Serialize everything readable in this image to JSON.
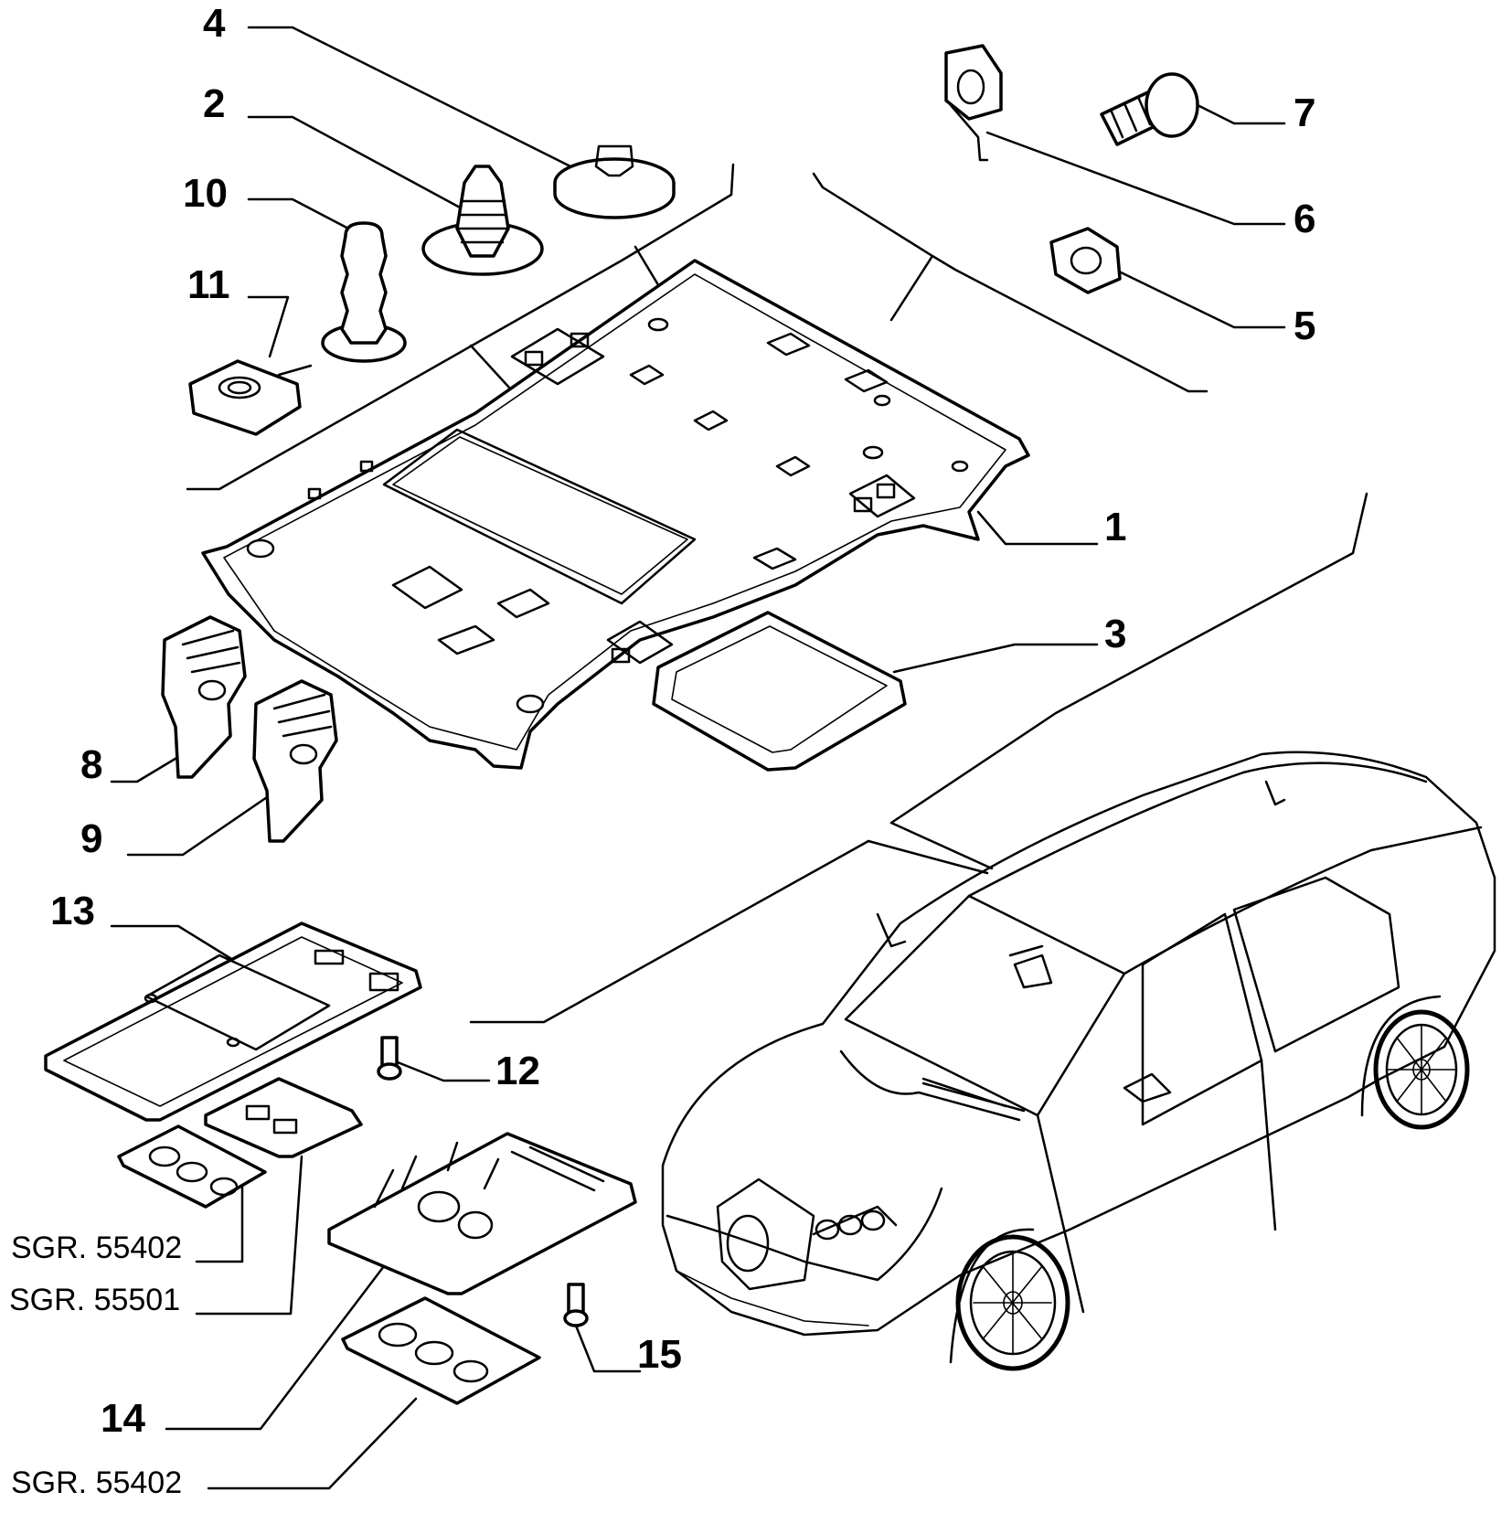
{
  "diagram": {
    "callouts": [
      {
        "id": "4",
        "label": "4"
      },
      {
        "id": "2",
        "label": "2"
      },
      {
        "id": "10",
        "label": "10"
      },
      {
        "id": "11",
        "label": "11"
      },
      {
        "id": "7",
        "label": "7"
      },
      {
        "id": "6",
        "label": "6"
      },
      {
        "id": "5",
        "label": "5"
      },
      {
        "id": "1",
        "label": "1"
      },
      {
        "id": "3",
        "label": "3"
      },
      {
        "id": "8",
        "label": "8"
      },
      {
        "id": "9",
        "label": "9"
      },
      {
        "id": "13",
        "label": "13"
      },
      {
        "id": "12",
        "label": "12"
      },
      {
        "id": "15",
        "label": "15"
      },
      {
        "id": "14",
        "label": "14"
      }
    ],
    "references": [
      {
        "id": "sgr-55402-a",
        "label": "SGR. 55402"
      },
      {
        "id": "sgr-55501",
        "label": "SGR. 55501"
      },
      {
        "id": "sgr-55402-b",
        "label": "SGR. 55402"
      }
    ]
  }
}
